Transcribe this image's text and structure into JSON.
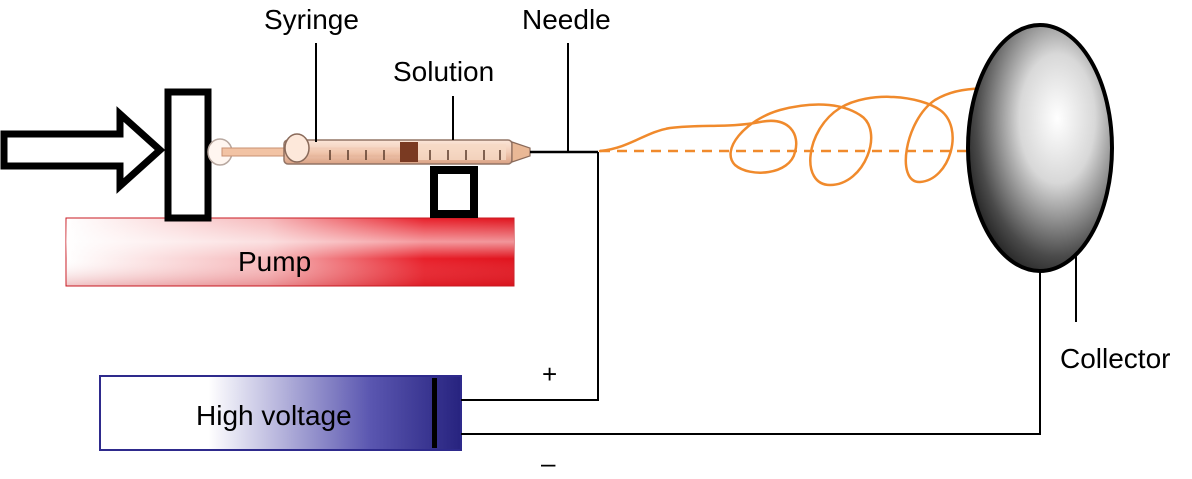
{
  "labels": {
    "syringe": "Syringe",
    "needle": "Needle",
    "solution": "Solution",
    "pump": "Pump",
    "collector": "Collector",
    "high_voltage": "High voltage",
    "plus": "+",
    "minus": "–"
  },
  "colors": {
    "pump": "#e8202a",
    "high_voltage": "#2e2a8c",
    "jet": "#f08a2c",
    "collector": "#111111",
    "wire": "#000000"
  }
}
